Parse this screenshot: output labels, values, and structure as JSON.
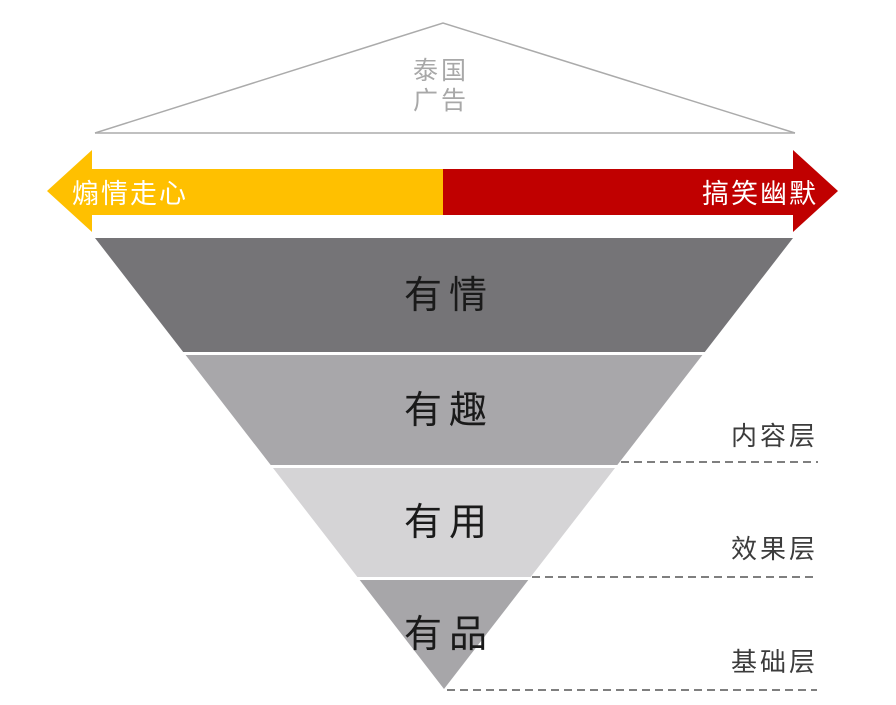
{
  "header": {
    "roof_label_line1": "泰国",
    "roof_label_line2": "广告",
    "roof_outline_color": "#ABABAB"
  },
  "spectrum_arrow": {
    "left_label": "煽情走心",
    "right_label": "搞笑幽默",
    "left_color": "#FFC000",
    "right_color": "#C00000",
    "label_color": "#FFFFFF"
  },
  "pyramid": {
    "layers": [
      {
        "label": "有情",
        "color": "#757477"
      },
      {
        "label": "有趣",
        "color": "#A8A7AA"
      },
      {
        "label": "有用",
        "color": "#D5D4D6"
      },
      {
        "label": "有品",
        "color": "#A7A6A9"
      }
    ]
  },
  "annotations": {
    "line_color": "#7F7F7F",
    "items": [
      {
        "label": "内容层"
      },
      {
        "label": "效果层"
      },
      {
        "label": "基础层"
      }
    ]
  }
}
